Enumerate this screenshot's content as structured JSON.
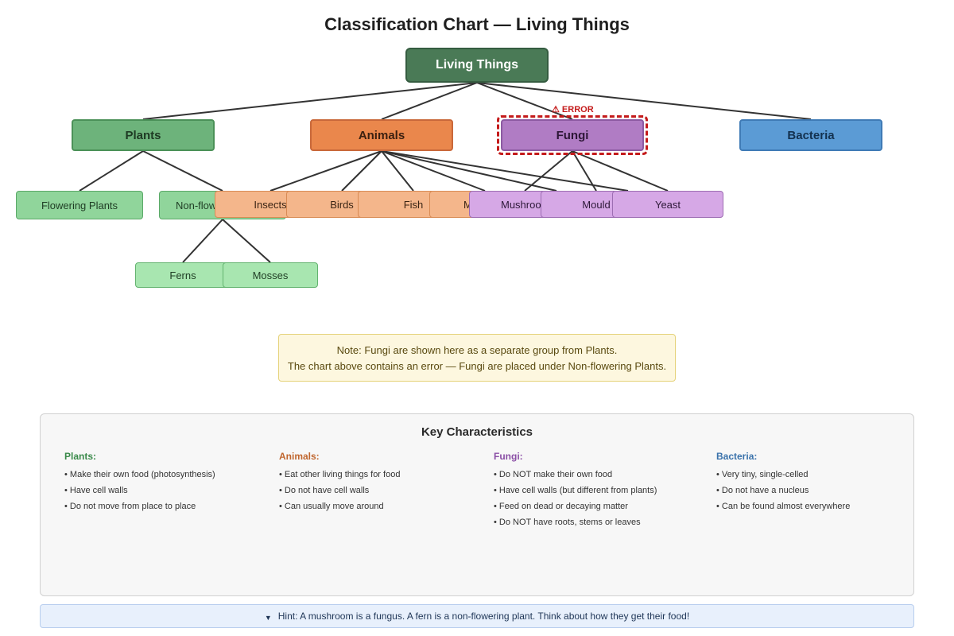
{
  "title": "Classification Chart — Living Things",
  "root": "Living Things",
  "categories": {
    "plants": "Plants",
    "animals": "Animals",
    "fungi": "Fungi",
    "bacteria": "Bacteria"
  },
  "plants_children": [
    "Flowering Plants",
    "Non-flowering Plants"
  ],
  "nonflowering_children": [
    "Ferns",
    "Mosses"
  ],
  "animals_children": [
    "Insects",
    "Birds",
    "Fish",
    "Mammals"
  ],
  "fungi_children": [
    "Mushrooms",
    "Mould",
    "Yeast"
  ],
  "error_label": "⚠ ERROR",
  "note": {
    "line1": "Note: Fungi are shown here as a separate group from Plants.",
    "line2": "The chart above contains an error — Fungi are placed under Non-flowering Plants."
  },
  "key": {
    "title": "Key Characteristics",
    "plants": {
      "heading": "Plants:",
      "items": [
        "• Make their own food (photosynthesis)",
        "• Have cell walls",
        "• Do not move from place to place"
      ]
    },
    "animals": {
      "heading": "Animals:",
      "items": [
        "• Eat other living things for food",
        "• Do not have cell walls",
        "• Can usually move around"
      ]
    },
    "fungi": {
      "heading": "Fungi:",
      "items": [
        "• Do NOT make their own food",
        "• Have cell walls (but different from plants)",
        "• Feed on dead or decaying matter",
        "• Do NOT have roots, stems or leaves"
      ]
    },
    "bacteria": {
      "heading": "Bacteria:",
      "items": [
        "• Very tiny, single-celled",
        "• Do not have a nucleus",
        "• Can be found almost everywhere"
      ]
    }
  },
  "hint": {
    "icon": "lightbulb-icon",
    "text": "Hint: A mushroom is a fungus. A fern is a non-flowering plant. Think about how they get their food!"
  },
  "colors": {
    "plants_heading": "#3a8a4a",
    "animals_heading": "#c0662e",
    "fungi_heading": "#8b4fa6",
    "bacteria_heading": "#3a72ab",
    "error": "#c41b1b"
  }
}
